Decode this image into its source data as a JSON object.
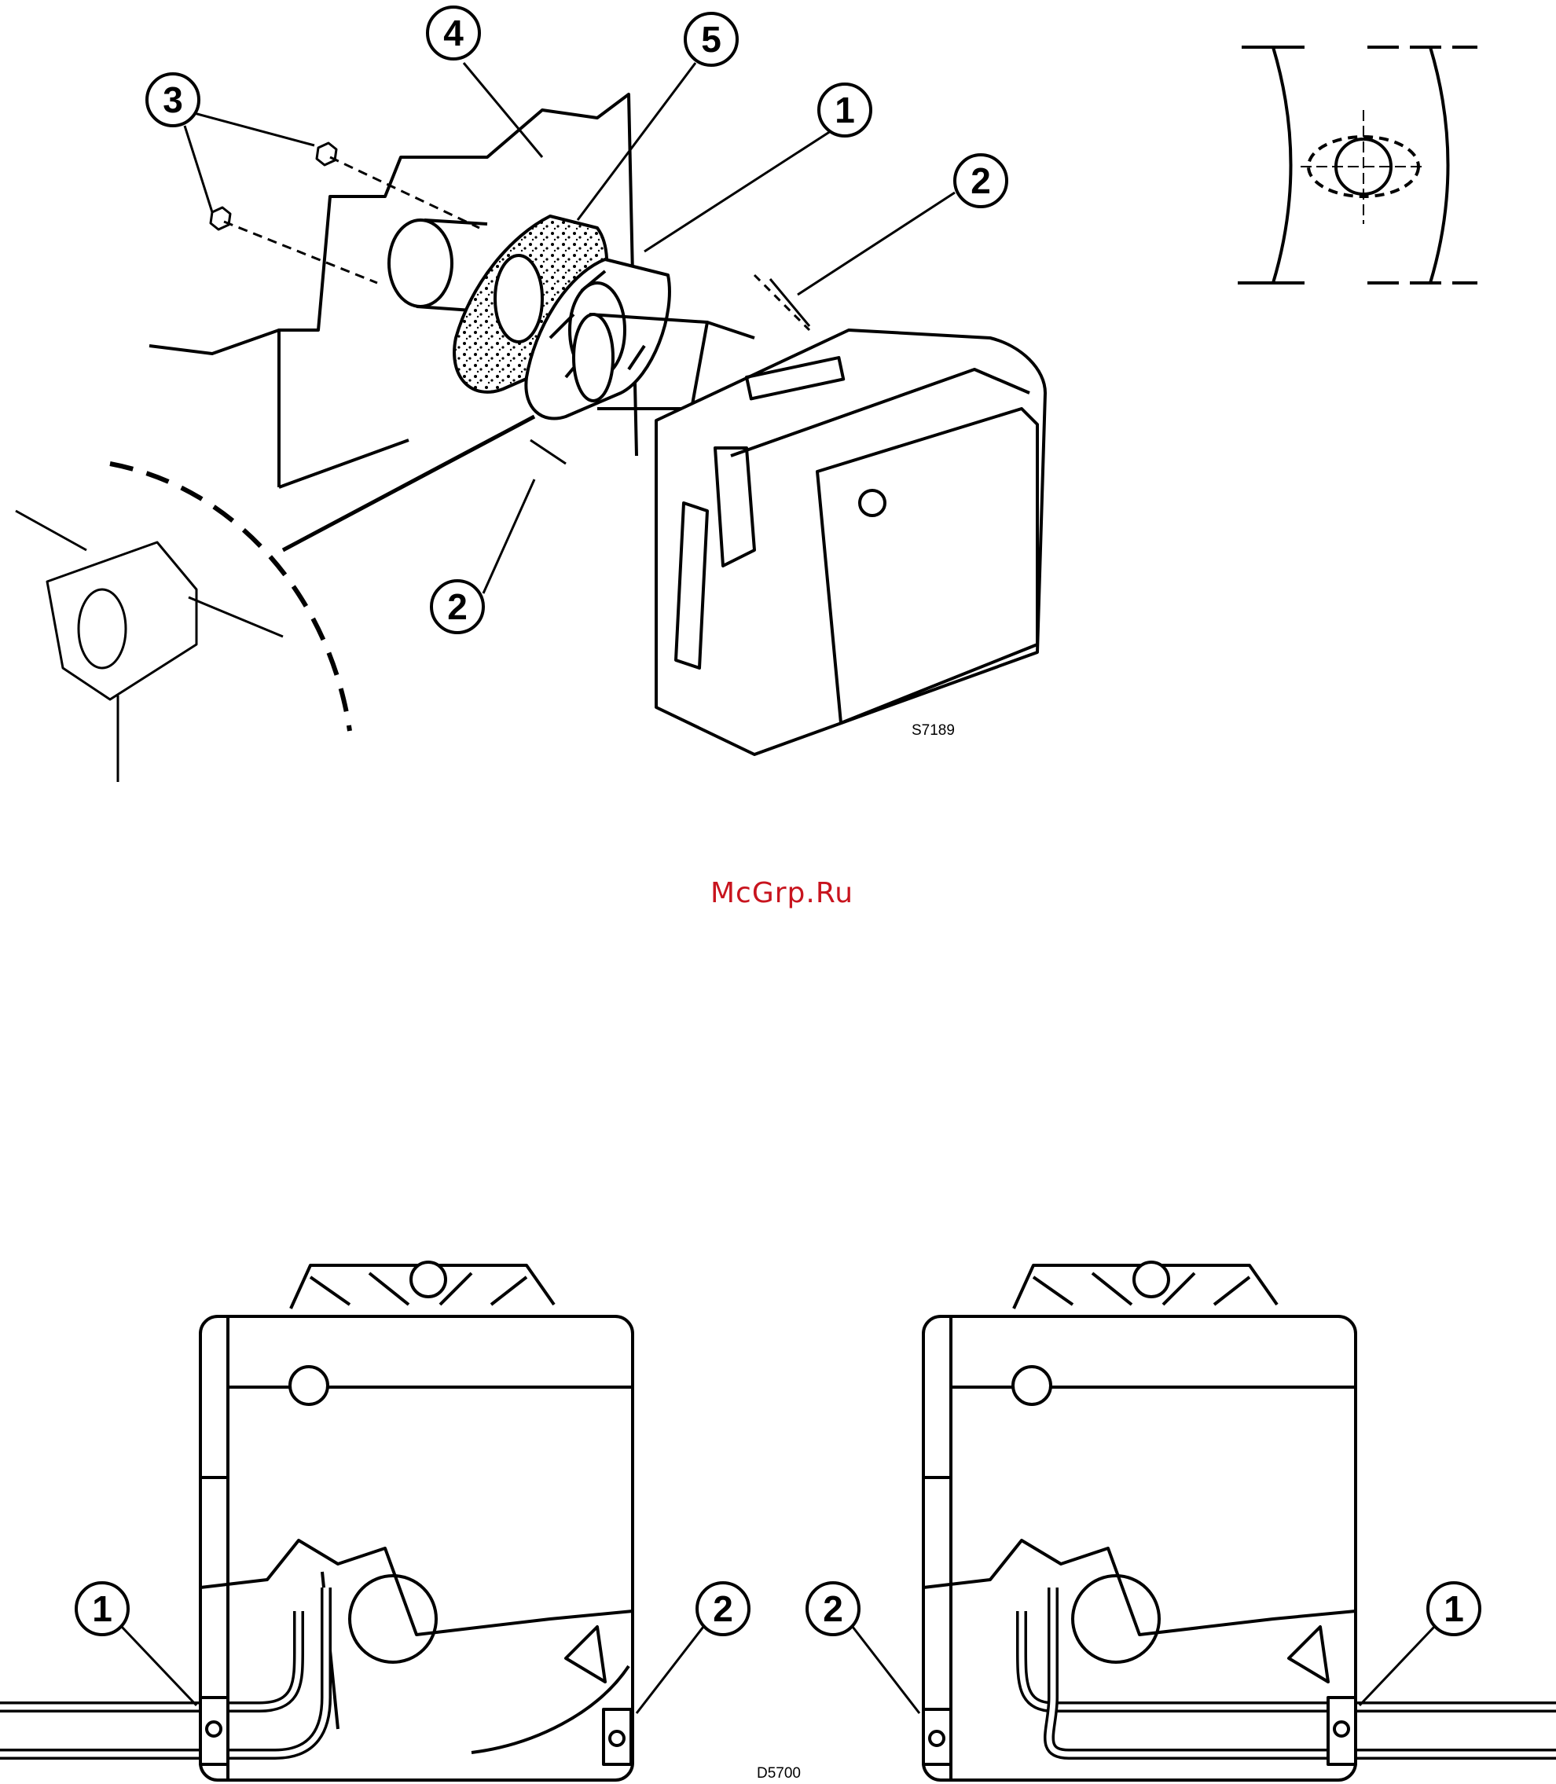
{
  "figure_top": {
    "drawing_code": "S7189",
    "callouts": [
      "1",
      "2",
      "2",
      "3",
      "4",
      "5"
    ]
  },
  "watermark": "McGrp.Ru",
  "figure_bottom": {
    "drawing_code": "D5700",
    "left_callouts": [
      "1",
      "2"
    ],
    "right_callouts": [
      "2",
      "1"
    ]
  },
  "colors": {
    "line": "#000000",
    "watermark": "#c8141e",
    "background": "#ffffff"
  }
}
